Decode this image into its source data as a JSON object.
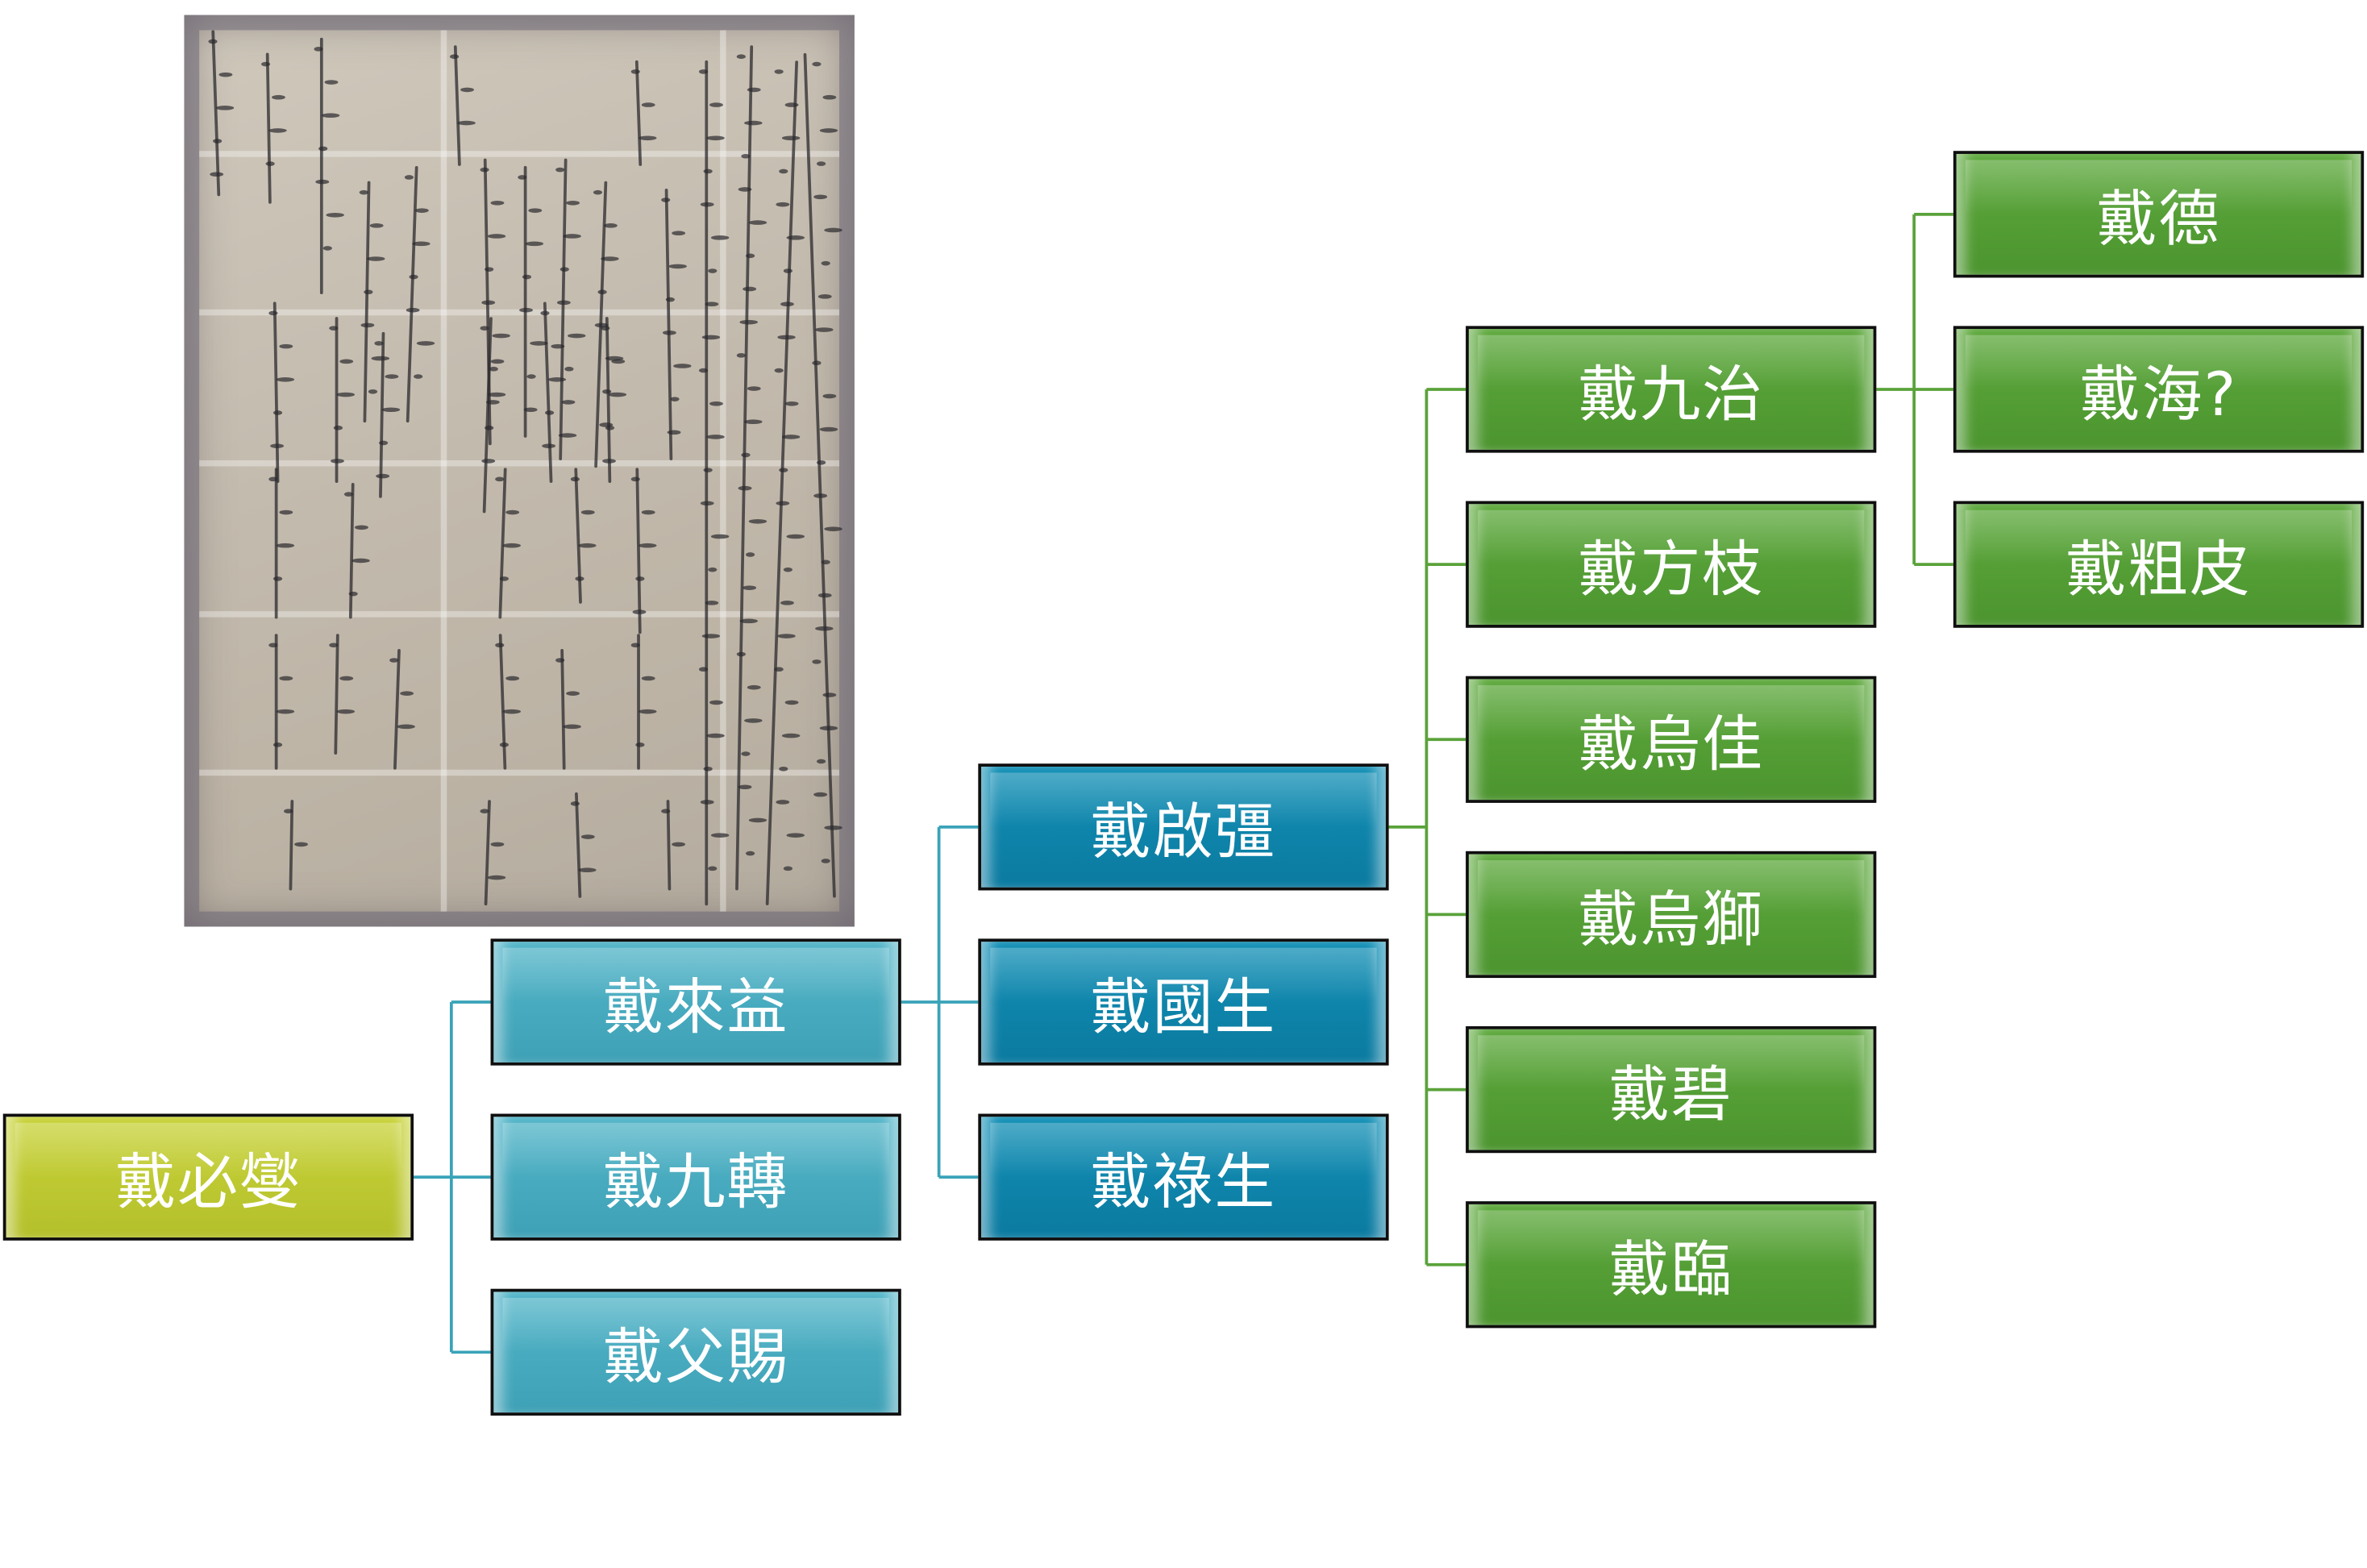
{
  "photo": {
    "name": "handwritten genealogy document"
  },
  "tree": {
    "root": {
      "label": "戴必燮"
    },
    "gen1": [
      {
        "label": "戴來益"
      },
      {
        "label": "戴九轉"
      },
      {
        "label": "戴父賜"
      }
    ],
    "gen2": [
      {
        "label": "戴啟彊"
      },
      {
        "label": "戴國生"
      },
      {
        "label": "戴祿生"
      }
    ],
    "gen3": [
      {
        "label": "戴九治"
      },
      {
        "label": "戴方枝"
      },
      {
        "label": "戴烏佳"
      },
      {
        "label": "戴烏獅"
      },
      {
        "label": "戴碧"
      },
      {
        "label": "戴臨"
      }
    ],
    "gen4": [
      {
        "label": "戴德"
      },
      {
        "label": "戴海?"
      },
      {
        "label": "戴粗皮"
      }
    ]
  },
  "colors": {
    "root": "#bfc932",
    "gen1": "#4aadc0",
    "gen2": "#1188ad",
    "gen3": "#559f36",
    "gen4": "#559f36",
    "line_blue": "#3aa3b8",
    "line_green": "#5aa23a"
  }
}
